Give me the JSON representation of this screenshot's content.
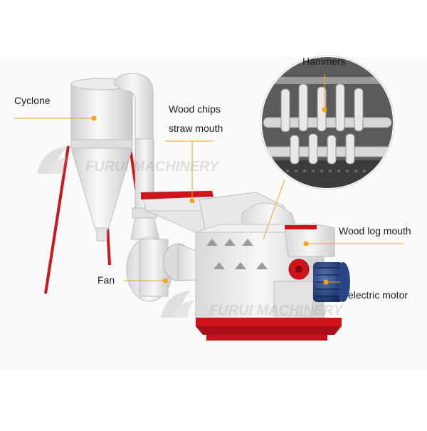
{
  "labels": {
    "cyclone": "Cyclone",
    "wood_chips_line1": "Wood chips",
    "wood_chips_line2": "straw mouth",
    "hammers": "Hammers",
    "wood_log_mouth": "Wood log mouth",
    "fan": "Fan",
    "electric_motor": "electric motor"
  },
  "watermark": {
    "text_upper": "FURUI MACHINERY",
    "text_lower": "FURUI MACHINERY"
  },
  "colors": {
    "leader_line": "#f2a516",
    "marker_dot": "#f2a516",
    "machine_body": "#eeeeee",
    "frame_red": "#d0141b",
    "motor_blue": "#1f3a7a",
    "background_panel": "#f4f4f4"
  }
}
